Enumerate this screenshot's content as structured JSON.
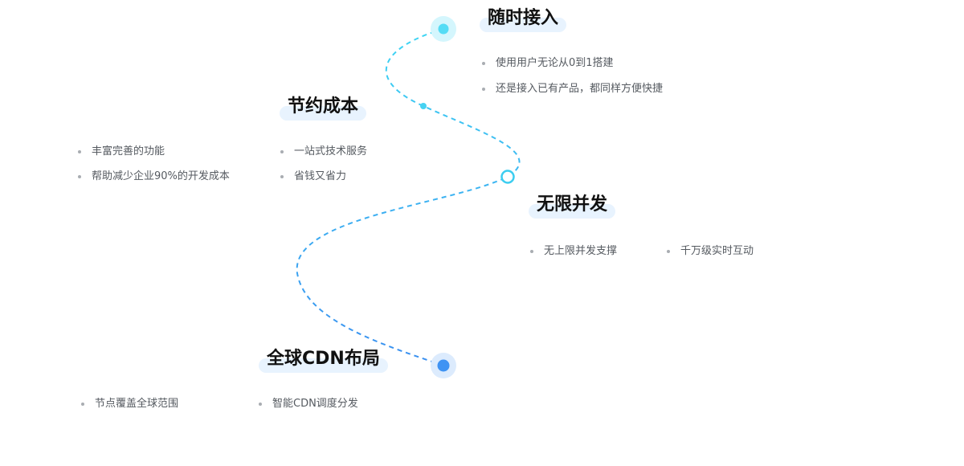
{
  "colors": {
    "path_start": "#3fd6f3",
    "path_end": "#3a8ff0",
    "title_highlight": "#e8f3fe",
    "bullet_text": "#555a60",
    "title_text": "#111111"
  },
  "features": [
    {
      "title": "随时接入",
      "points": [
        "使用用户无论从0到1搭建",
        "还是接入已有产品，都同样方便快捷"
      ]
    },
    {
      "title": "节约成本",
      "points": [
        "丰富完善的功能",
        "帮助减少企业90%的开发成本",
        "一站式技术服务",
        "省钱又省力"
      ]
    },
    {
      "title": "无限并发",
      "points": [
        "无上限并发支撑",
        "千万级实时互动"
      ]
    },
    {
      "title": "全球CDN布局",
      "points": [
        "节点覆盖全球范围",
        "智能CDN调度分发"
      ]
    }
  ]
}
